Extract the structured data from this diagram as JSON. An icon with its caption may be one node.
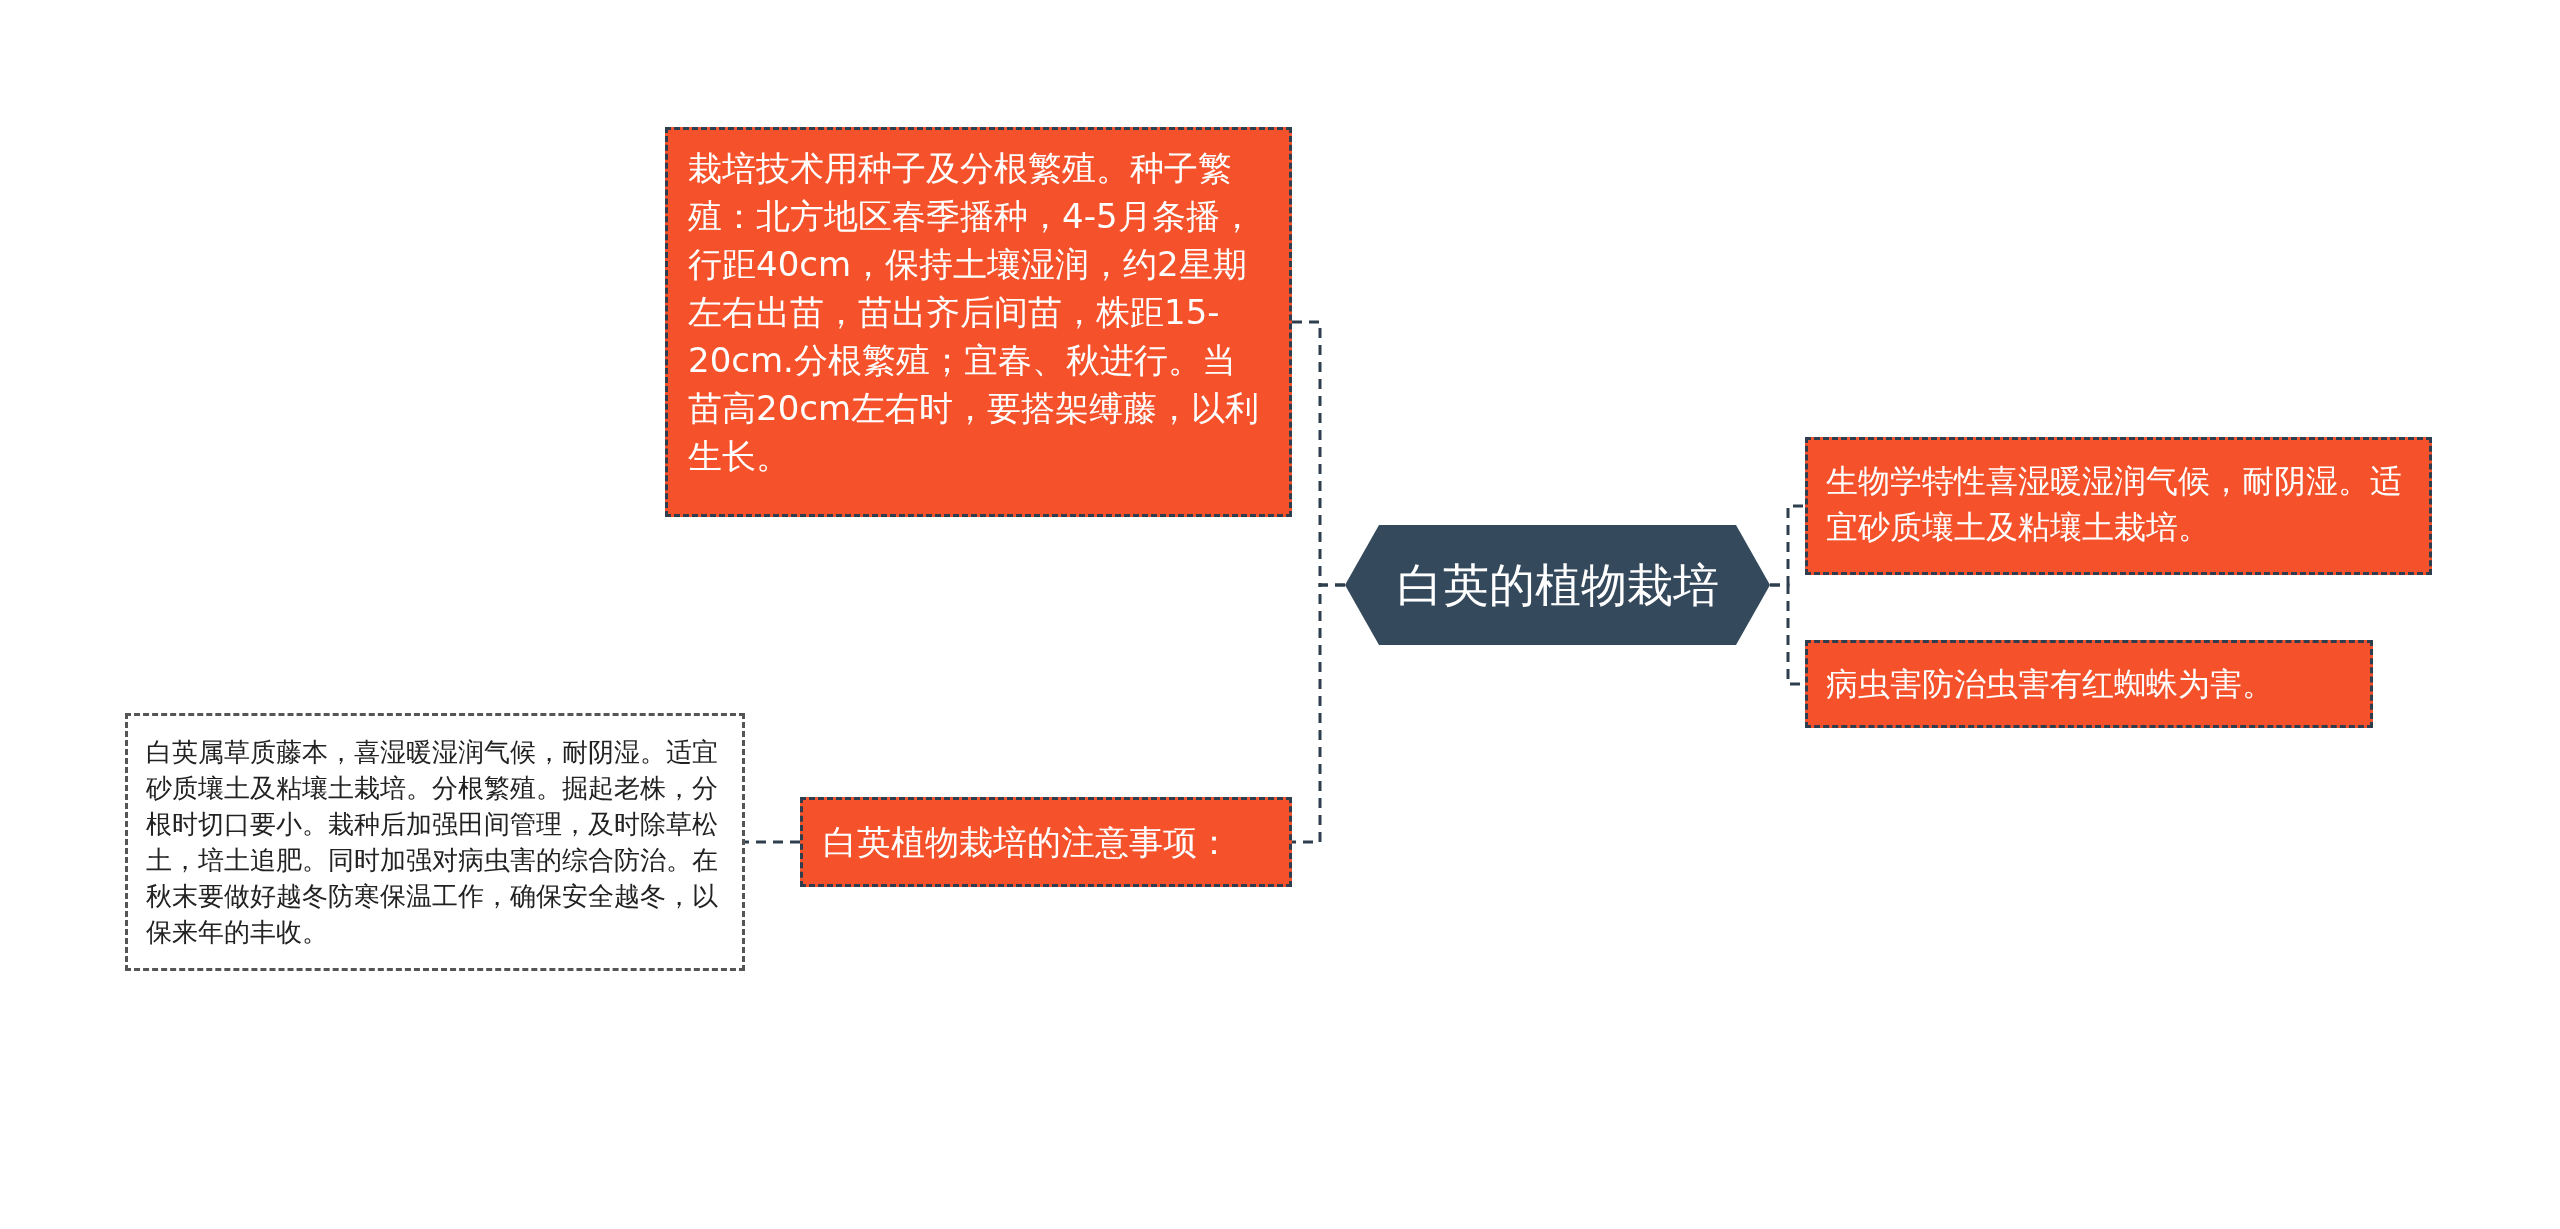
{
  "diagram": {
    "nodes": [
      {
        "text": [
          "白英的植物栽培"
        ]
      },
      {
        "text": [
          "栽培技术用种子及分根繁殖。种子繁殖：北方地区春季播种，4-5月条播，行距40cm，保持土壤湿润，约2星期左右出苗，苗出齐后间苗，株距15-20cm.分根繁殖；宜春、秋进行。当苗高20cm左右时，要搭架缚藤，以利生长。"
        ]
      },
      {
        "text": [
          "白英植物栽培的注意事项："
        ]
      },
      {
        "text": [
          "白英属草质藤本，喜湿暖湿润气候，耐阴湿。适宜砂质壤土及粘壤土栽培。分根繁殖。掘起老株，分根时切口要小。栽种后加强田间管理，及时除草松土，培土追肥。同时加强对病虫害的综合防治。在秋末要做好越冬防寒保温工作，确保安全越冬，以保来年的丰收。"
        ]
      },
      {
        "text": [
          "生物学特性喜湿暖湿润气候，耐阴湿。适宜砂质壤土及粘壤土栽培。"
        ]
      },
      {
        "text": [
          "病虫害防治虫害有红蜘蛛为害。"
        ]
      }
    ],
    "edges": [
      {
        "from": 0,
        "to": 1,
        "arrow": "none"
      },
      {
        "from": 0,
        "to": 2,
        "arrow": "none"
      },
      {
        "from": 2,
        "to": 3,
        "arrow": "none"
      },
      {
        "from": 0,
        "to": 4,
        "arrow": "none"
      },
      {
        "from": 0,
        "to": 5,
        "arrow": "none"
      }
    ]
  }
}
